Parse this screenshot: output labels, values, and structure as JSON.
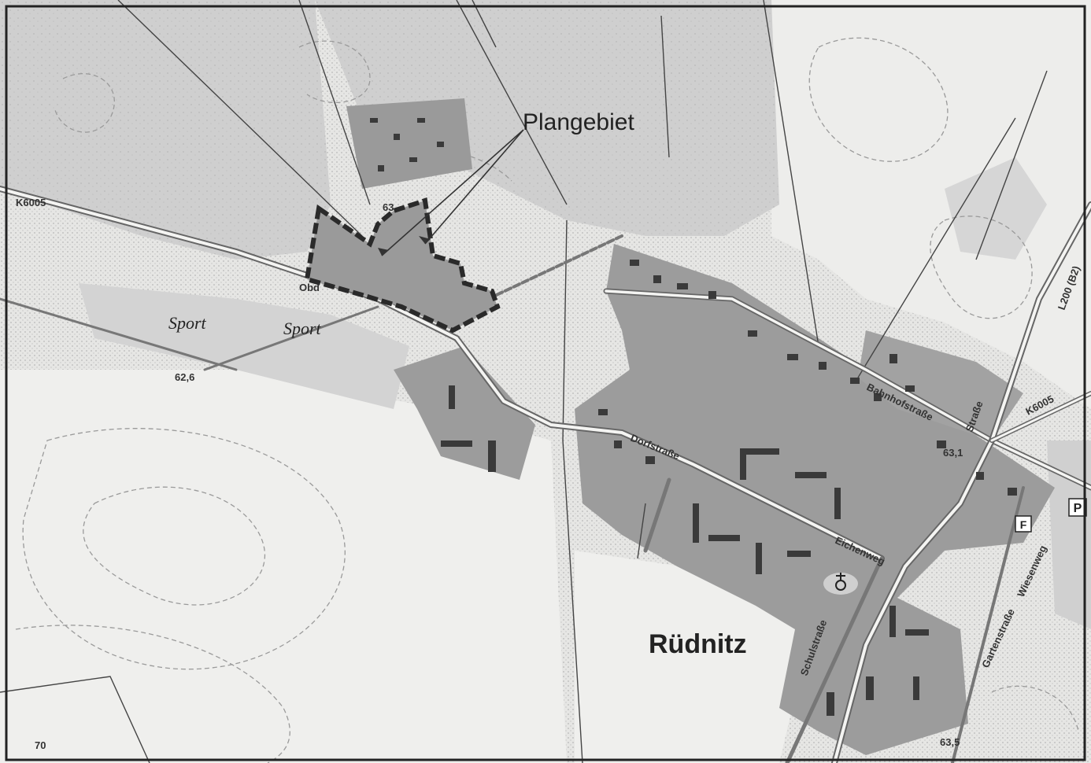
{
  "map": {
    "title_label": "Plangebiet",
    "town_name": "Rüdnitz",
    "road_labels": {
      "k6005_west": "K6005",
      "k6005_east": "K6005",
      "l200": "L200 (B2)",
      "dorfstrasse": "Dorfstraße",
      "bahnhofstrasse": "Bahnhofstraße",
      "eichenweg": "Eichenweg",
      "schulstrasse": "Schulstraße",
      "wiesenweg": "Wiesenweg",
      "gartenstrasse": "Gartenstraße",
      "strasse": "Straße",
      "obd": "Obd"
    },
    "place_labels": {
      "sport_1": "Sport",
      "sport_2": "Sport"
    },
    "elevations": {
      "e1": "62,6",
      "e2": "63",
      "e3": "63,1",
      "e4": "63,5",
      "e5": "70"
    },
    "symbols": {
      "parking": "P",
      "fire": "F"
    },
    "colors": {
      "background": "#f2f2f0",
      "forest": "#c9c9c9",
      "settlement": "#8f8f8f",
      "building": "#3a3a3a",
      "plan_boundary": "#303030",
      "road": "#555555"
    }
  }
}
